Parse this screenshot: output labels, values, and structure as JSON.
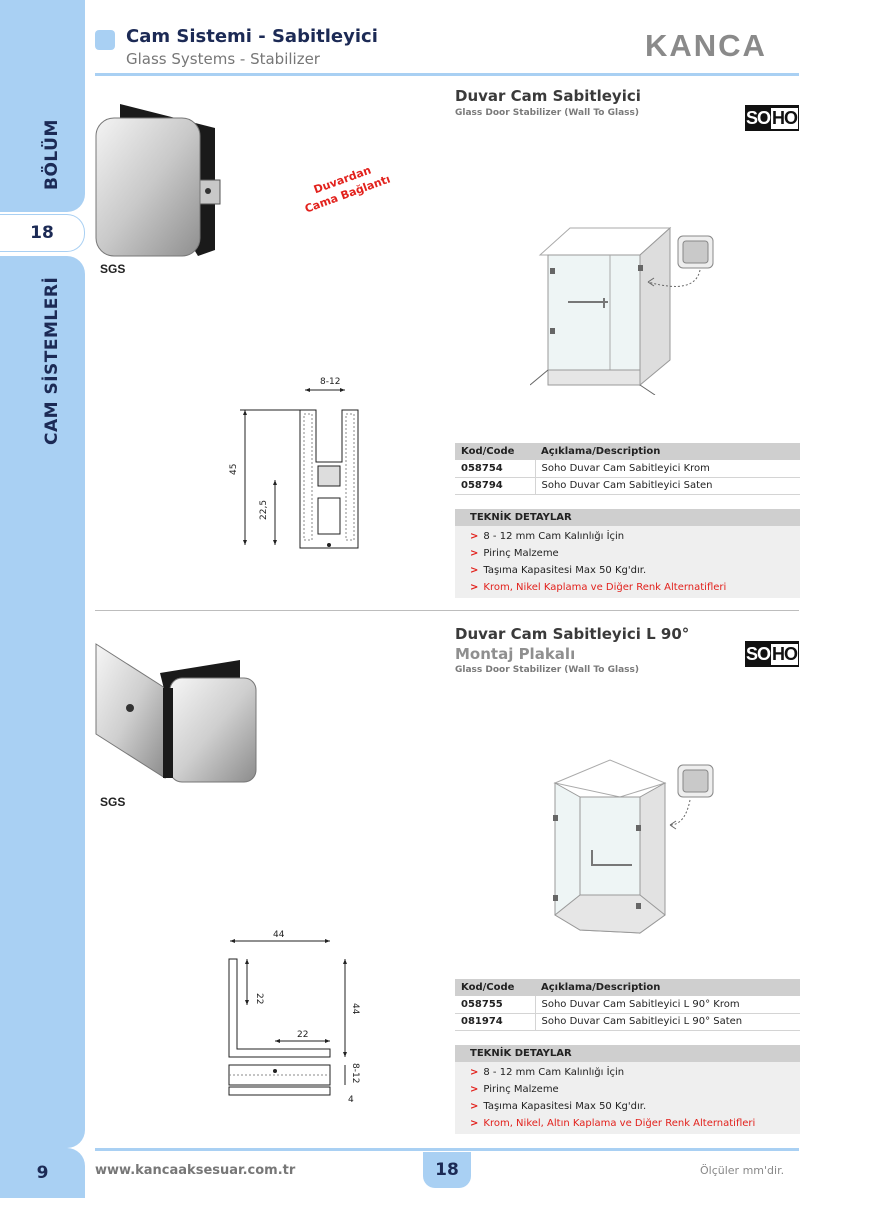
{
  "section": {
    "label": "BÖLÜM",
    "number": "18",
    "name": "CAM SİSTEMLERİ"
  },
  "header": {
    "title": "Cam Sistemi - Sabitleyici",
    "subtitle": "Glass Systems - Stabilizer",
    "brand": "KANCA"
  },
  "product1": {
    "title": "Duvar Cam Sabitleyici",
    "subtitle": "Glass Door Stabilizer (Wall To Glass)",
    "tag_line1": "Duvardan",
    "tag_line2": "Cama Bağlantı",
    "cert": "SGS",
    "badge_a": "SO",
    "badge_b": "HO",
    "dims": {
      "top": "8-12",
      "height": "45",
      "mid": "22,5"
    },
    "table": {
      "col_code": "Kod/Code",
      "col_desc": "Açıklama/Description",
      "rows": [
        {
          "code": "058754",
          "desc": "Soho Duvar Cam Sabitleyici Krom"
        },
        {
          "code": "058794",
          "desc": "Soho Duvar Cam Sabitleyici Saten"
        }
      ]
    },
    "tech_title": "TEKNİK DETAYLAR",
    "tech": [
      "8 - 12 mm Cam Kalınlığı İçin",
      "Pirinç Malzeme",
      "Taşıma Kapasitesi Max 50 Kg'dır.",
      "Krom, Nikel Kaplama ve Diğer Renk Alternatifleri"
    ]
  },
  "product2": {
    "title": "Duvar Cam Sabitleyici L 90°",
    "title2": "Montaj Plakalı",
    "subtitle": "Glass Door Stabilizer (Wall To Glass)",
    "cert": "SGS",
    "badge_a": "SO",
    "badge_b": "HO",
    "dims": {
      "width": "44",
      "height": "44",
      "left": "22",
      "inner": "22",
      "gap": "8-12",
      "base": "4"
    },
    "table": {
      "col_code": "Kod/Code",
      "col_desc": "Açıklama/Description",
      "rows": [
        {
          "code": "058755",
          "desc": "Soho Duvar Cam Sabitleyici L 90° Krom"
        },
        {
          "code": "081974",
          "desc": "Soho Duvar Cam Sabitleyici L 90° Saten"
        }
      ]
    },
    "tech_title": "TEKNİK DETAYLAR",
    "tech": [
      "8 - 12 mm Cam Kalınlığı İçin",
      "Pirinç Malzeme",
      "Taşıma Kapasitesi Max 50 Kg'dır.",
      "Krom, Nikel, Altın Kaplama ve Diğer Renk Alternatifleri"
    ]
  },
  "footer": {
    "page_left": "9",
    "url": "www.kancaaksesuar.com.tr",
    "page_center": "18",
    "units_note": "Ölçüler mm'dir."
  },
  "colors": {
    "accent": "#a9d0f3",
    "navy": "#1c2a55",
    "red": "#e2211c"
  },
  "icons": [
    "arrow-right-icon",
    "curved-arrow-icon"
  ]
}
